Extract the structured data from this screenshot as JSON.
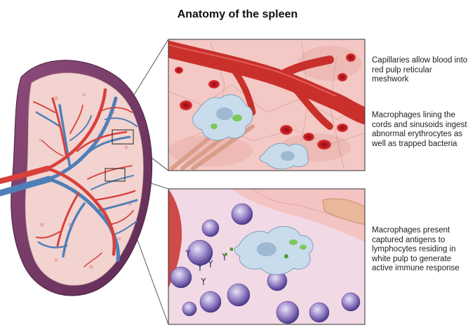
{
  "title": "Anatomy of the spleen",
  "captions": [
    "Capillaries allow blood into red pulp reticular meshwork",
    "Macrophages lining the cords and sinusoids ingest abnormal erythrocytes as well as trapped bacteria",
    "Macrophages present captured antigens to lymphocytes residing in white pulp to generate active immune response"
  ],
  "colors": {
    "capsule": "#7b3a68",
    "parenchyma": "#f3d3cf",
    "artery": "#d8403c",
    "vein": "#4f7fb8",
    "red_pulp_bg": "#f4c8c4",
    "white_pulp_bg": "#f2d9e6",
    "macrophage": "#c9dcec",
    "lymphocyte": "#9a86c9",
    "bacteria": "#7cc85a"
  }
}
